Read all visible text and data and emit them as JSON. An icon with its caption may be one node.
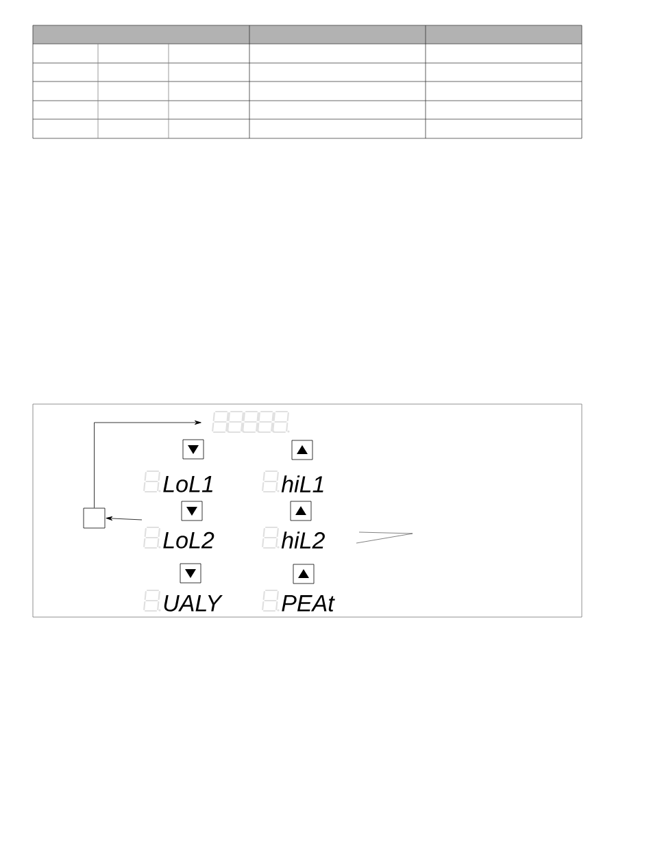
{
  "diagram": {
    "nodes": [
      {
        "text": [],
        "shape": "display"
      },
      {
        "text": [],
        "shape": "box"
      },
      {
        "text": [],
        "shape": "button"
      },
      {
        "text": [],
        "shape": "button"
      },
      {
        "text": [],
        "shape": "button"
      },
      {
        "text": [],
        "shape": "button"
      },
      {
        "text": [],
        "shape": "button"
      },
      {
        "text": [],
        "shape": "button"
      }
    ],
    "edges": [
      {
        "from": 1,
        "to": 0,
        "arrow": "to"
      },
      {
        "from": null,
        "to": 1,
        "arrow": "to"
      }
    ],
    "labels": [
      "LoL1",
      "hiL1",
      "LoL2",
      "hiL2",
      "UALY",
      "PEAt"
    ]
  }
}
